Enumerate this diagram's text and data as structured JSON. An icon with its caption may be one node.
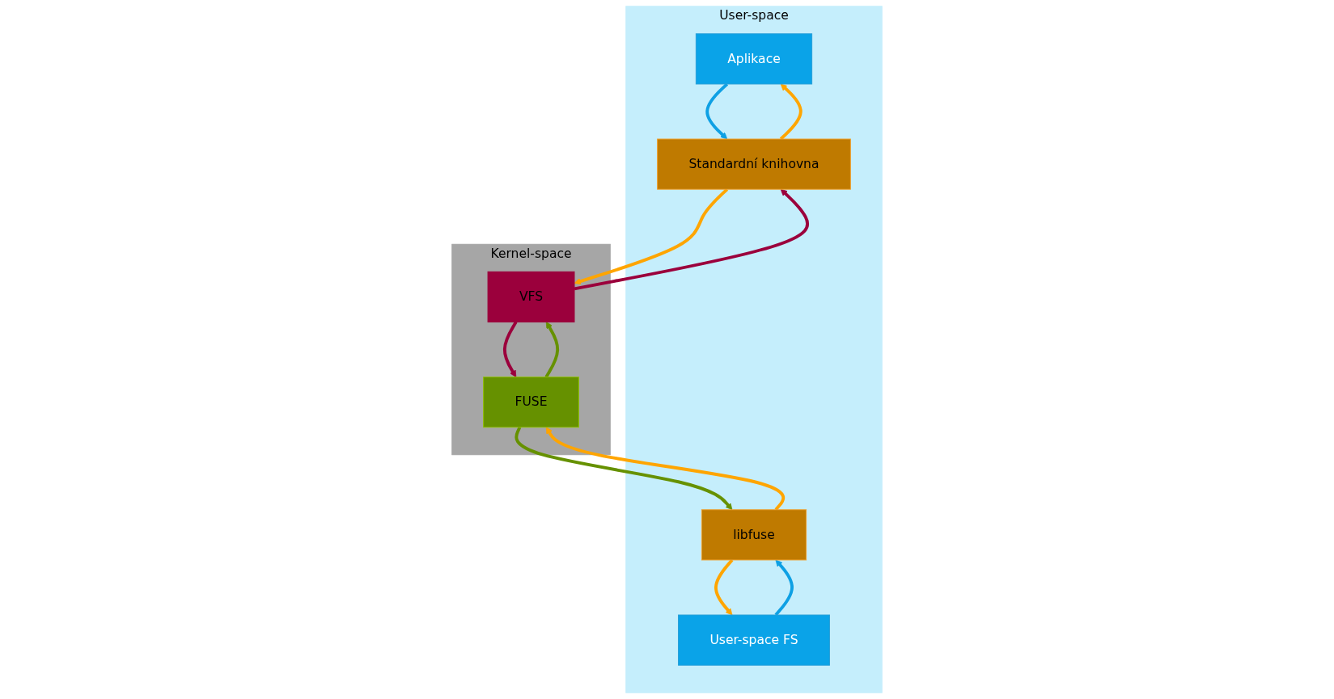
{
  "diagram": {
    "nodes": [
      {
        "text": [
          "User-space"
        ]
      },
      {
        "text": [
          "Aplikace"
        ],
        "in": 0
      },
      {
        "text": [
          "User-space FS"
        ],
        "in": 0
      },
      {
        "text": [
          "Standardní knihovna"
        ],
        "in": 0
      },
      {
        "text": [
          "libfuse"
        ],
        "in": 0
      },
      {
        "text": [
          "Kernel-space"
        ]
      },
      {
        "text": [
          "VFS"
        ],
        "in": 5
      },
      {
        "text": [
          "FUSE"
        ],
        "in": 5
      }
    ],
    "edges": [
      {
        "from": 1,
        "to": 3,
        "arrow": "to",
        "color": "#0ea0e4"
      },
      {
        "from": 2,
        "to": 4,
        "arrow": "to",
        "color": "#0ea0e4"
      },
      {
        "from": 3,
        "to": 6,
        "arrow": "to",
        "color": "#ffa500"
      },
      {
        "from": 4,
        "to": 7,
        "arrow": "to",
        "color": "#ffa500"
      },
      {
        "from": 6,
        "to": 7,
        "arrow": "to",
        "color": "#9b003c"
      },
      {
        "from": 3,
        "to": 1,
        "arrow": "to",
        "color": "#ffa500"
      },
      {
        "from": 4,
        "to": 2,
        "arrow": "to",
        "color": "#ffa500"
      },
      {
        "from": 6,
        "to": 3,
        "arrow": "to",
        "color": "#9b003c"
      },
      {
        "from": 7,
        "to": 4,
        "arrow": "to",
        "color": "#669100"
      },
      {
        "from": 7,
        "to": 6,
        "arrow": "to",
        "color": "#669100"
      }
    ]
  }
}
